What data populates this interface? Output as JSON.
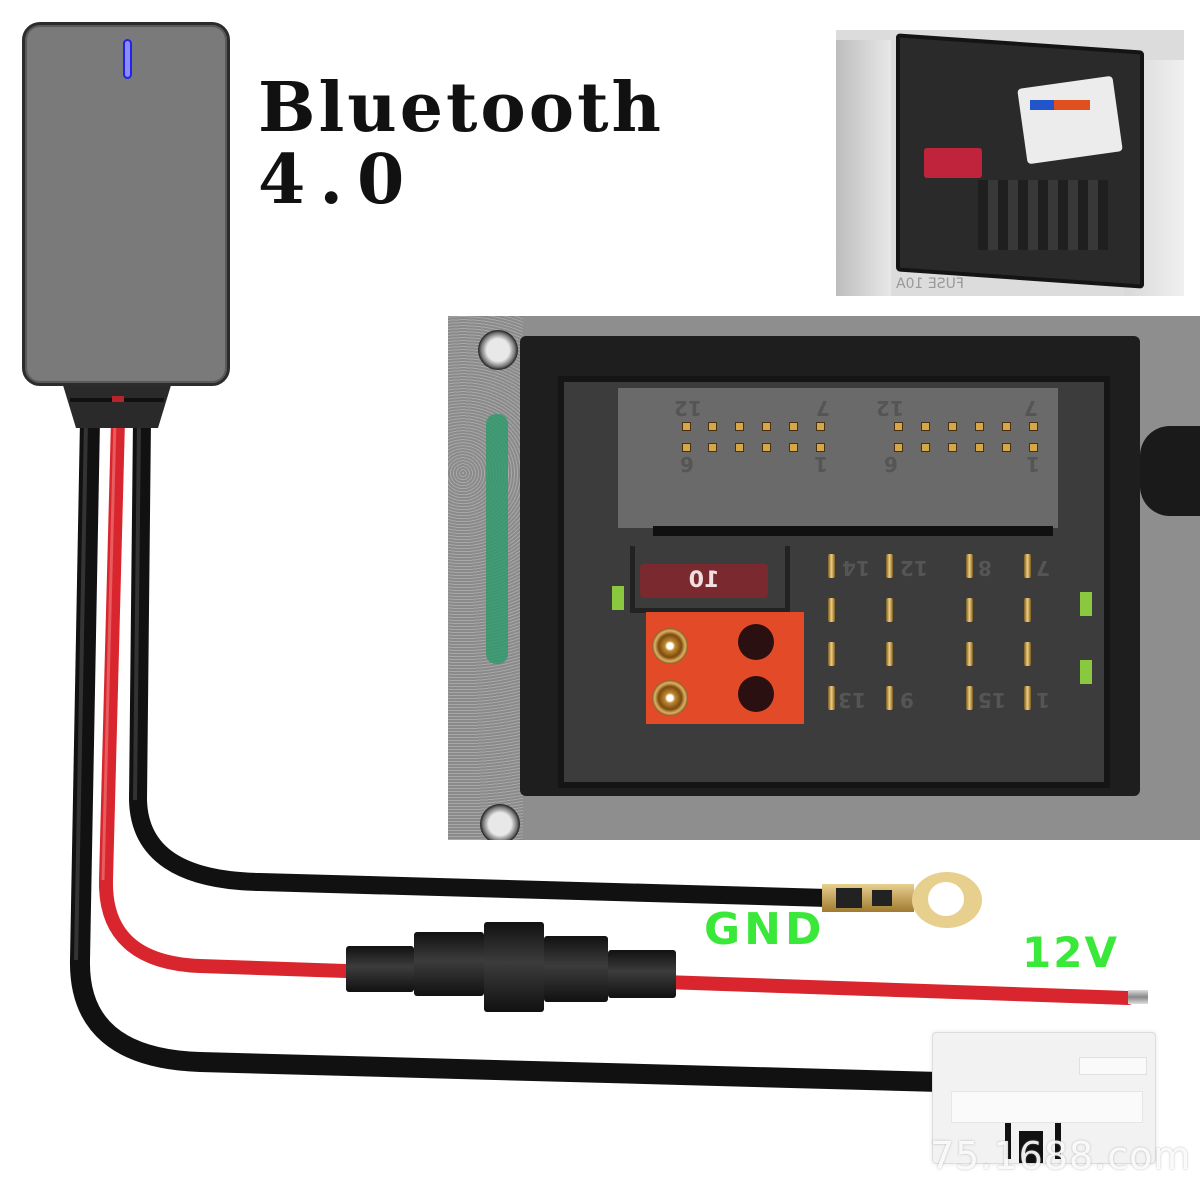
{
  "product": {
    "title_line1": "Bluetooth",
    "title_line2": "4.0",
    "led_color": "#3333ff",
    "module_color": "#7a7a7a"
  },
  "cables": [
    {
      "name": "ground",
      "color": "#1a1a1a",
      "label": "GND",
      "terminal": "ring-terminal"
    },
    {
      "name": "power",
      "color": "#d9262e",
      "label": "12V",
      "terminal": "bare-wire",
      "inline": "fuse-holder"
    },
    {
      "name": "signal",
      "color": "#1a1a1a",
      "terminal": "white-connector"
    }
  ],
  "labels": {
    "gnd": "GND",
    "v12": "12V",
    "label_color": "#3ae83a"
  },
  "connector_photo": {
    "fuse_rating": "10",
    "pin_labels_top": [
      "12",
      "7",
      "12",
      "7"
    ],
    "pin_labels_bottom": [
      "6",
      "1",
      "6",
      "1"
    ],
    "pin_labels_lower_top": [
      "14",
      "12",
      "8",
      "7"
    ],
    "pin_labels_lower_bottom": [
      "13",
      "9",
      "15",
      "1"
    ]
  },
  "inset_photo": {
    "caption": "FUSE 10A"
  },
  "watermark": "75.1688.com"
}
